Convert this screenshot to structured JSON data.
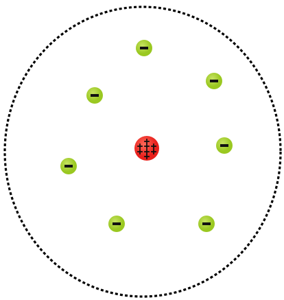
{
  "diagram": {
    "boundary": {
      "style": "dotted",
      "color": "#000000"
    },
    "nucleus": {
      "symbol": "+",
      "count": 8,
      "color": "#e8201c",
      "highlight": "#ff6a5a"
    },
    "electrons": {
      "symbol": "−",
      "count": 7,
      "color": "#9ac821",
      "highlight": "#c6e262"
    }
  }
}
